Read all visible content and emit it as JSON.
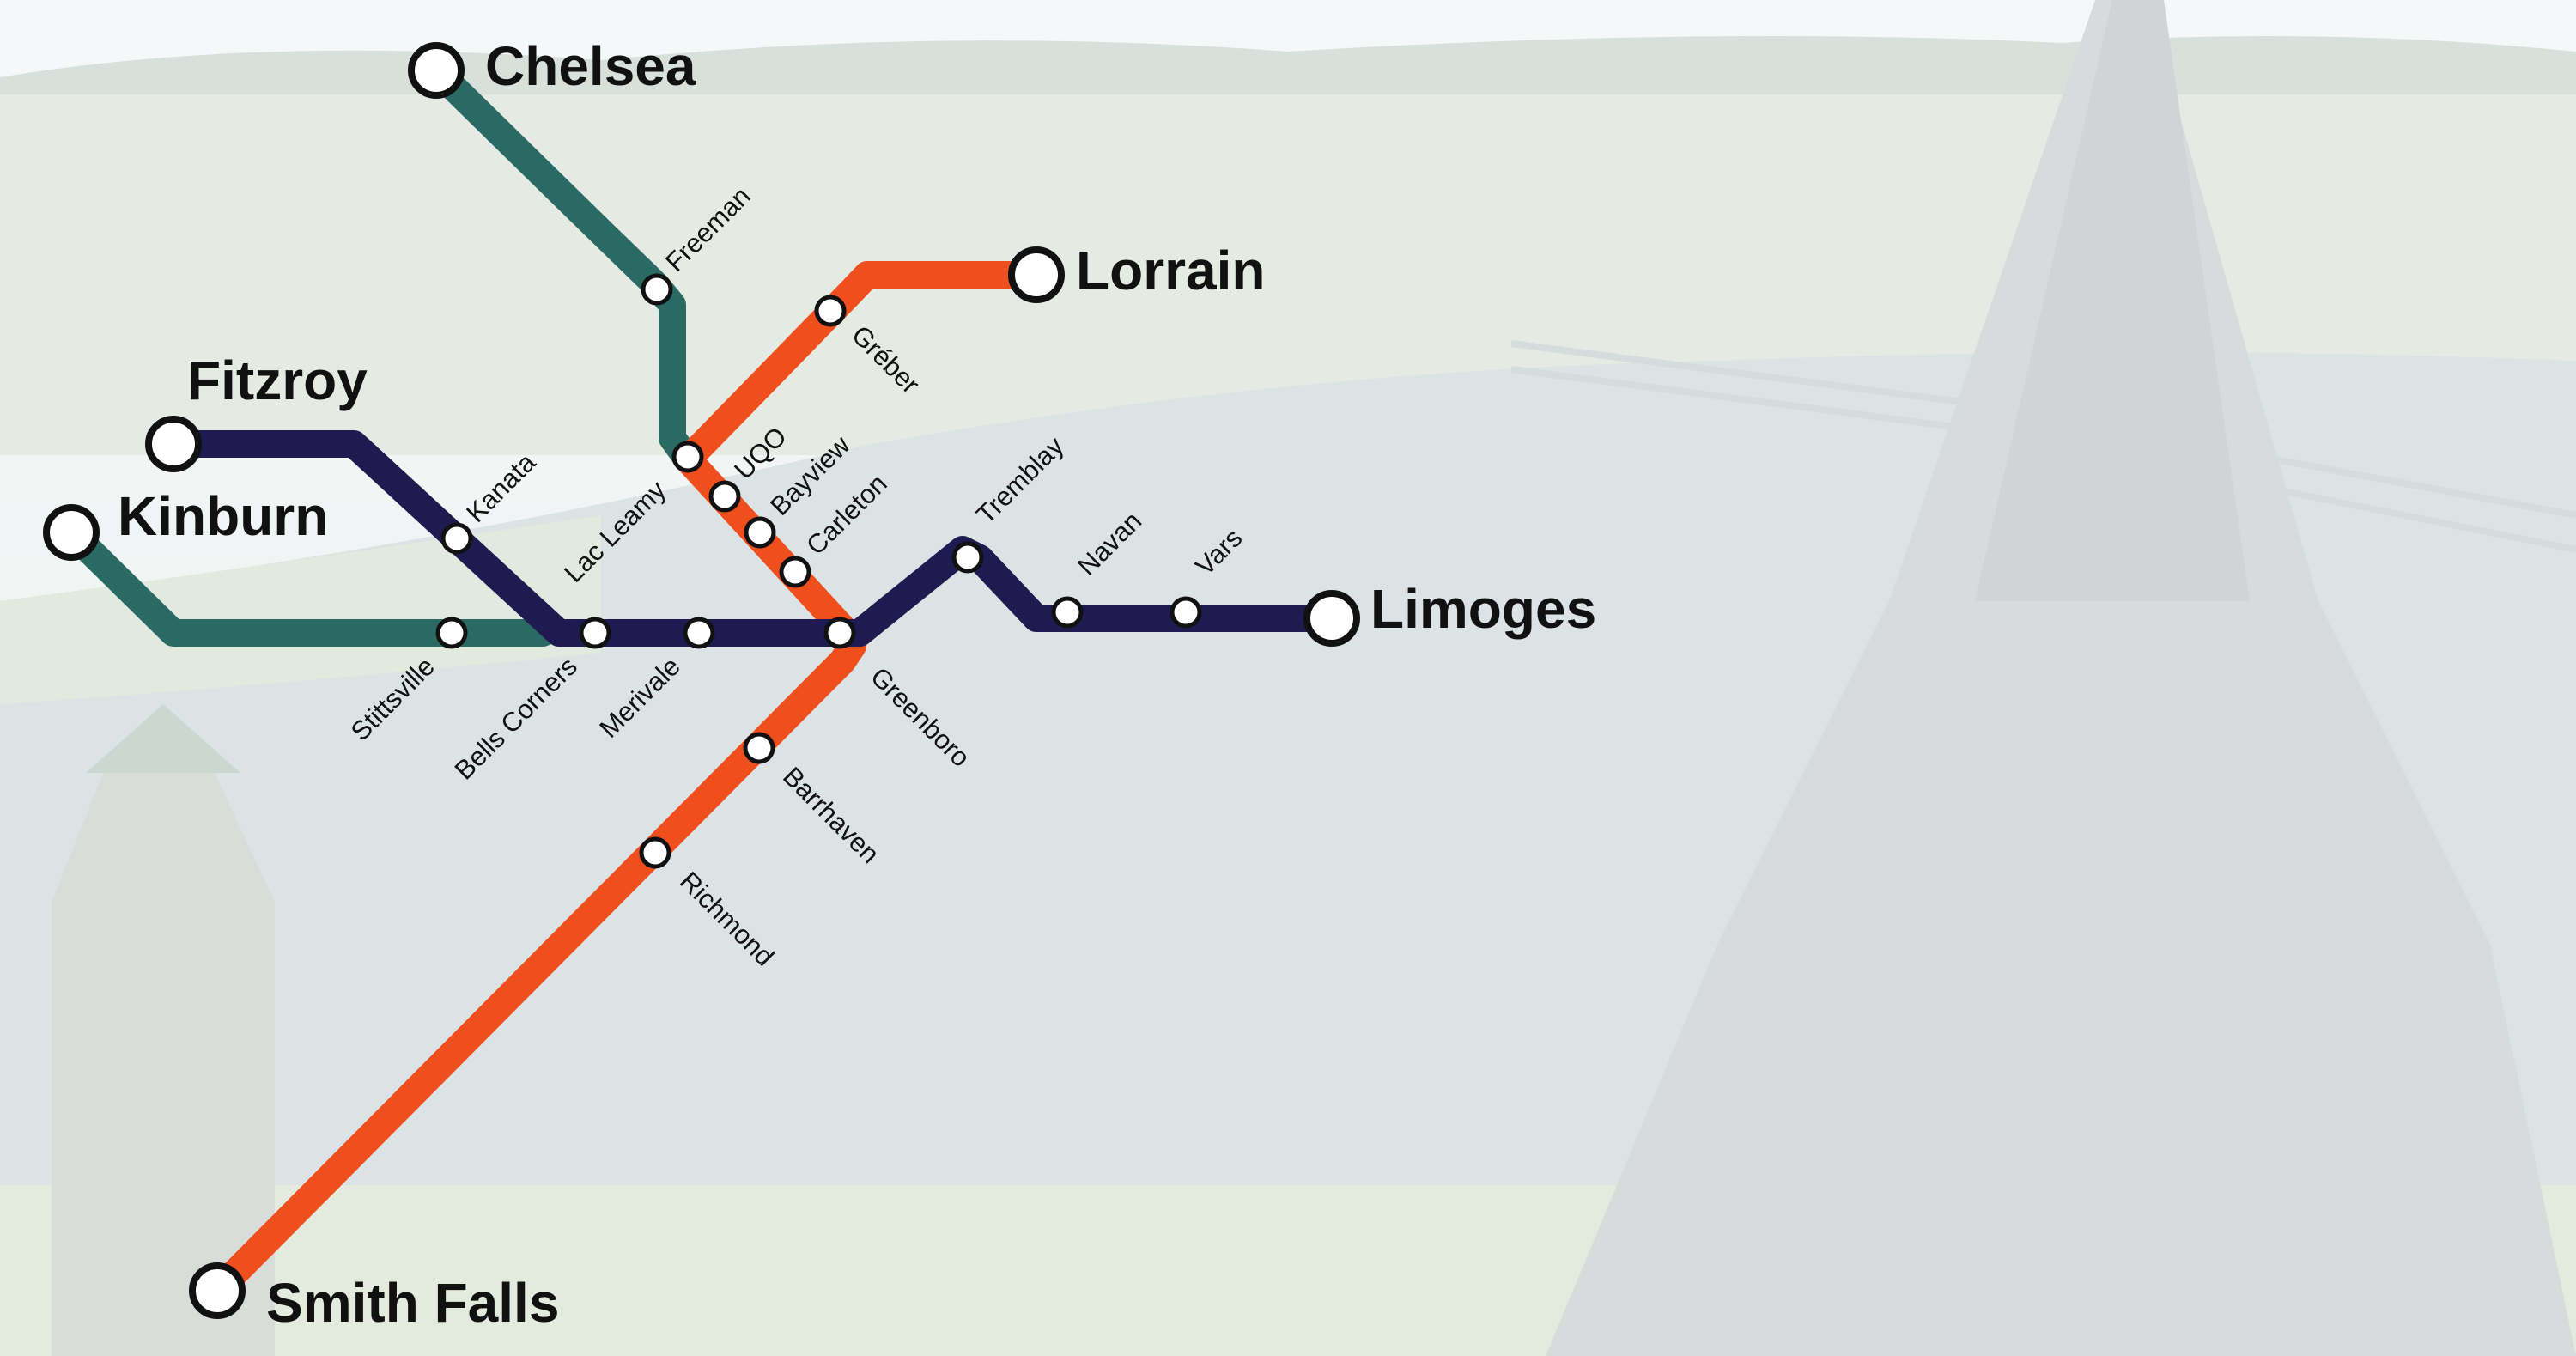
{
  "map": {
    "colors": {
      "green_line": "#2b6a64",
      "orange_line": "#ef4f1d",
      "navy_line": "#1f1b50",
      "station_fill": "#ffffff",
      "station_stroke": "#111111",
      "water": "#cfd9dc",
      "land": "#dfe7df"
    },
    "terminals": [
      {
        "id": "chelsea",
        "label": "Chelsea"
      },
      {
        "id": "lorrain",
        "label": "Lorrain"
      },
      {
        "id": "fitzroy",
        "label": "Fitzroy"
      },
      {
        "id": "kinburn",
        "label": "Kinburn"
      },
      {
        "id": "limoges",
        "label": "Limoges"
      },
      {
        "id": "smith-falls",
        "label": "Smith Falls"
      }
    ],
    "stations": [
      {
        "id": "freeman",
        "label": "Freeman"
      },
      {
        "id": "greber",
        "label": "Gréber"
      },
      {
        "id": "kanata",
        "label": "Kanata"
      },
      {
        "id": "lac-leamy",
        "label": "Lac Leamy"
      },
      {
        "id": "uqo",
        "label": "UQO"
      },
      {
        "id": "bayview",
        "label": "Bayview"
      },
      {
        "id": "carleton",
        "label": "Carleton"
      },
      {
        "id": "tremblay",
        "label": "Tremblay"
      },
      {
        "id": "navan",
        "label": "Navan"
      },
      {
        "id": "vars",
        "label": "Vars"
      },
      {
        "id": "stittsville",
        "label": "Stittsville"
      },
      {
        "id": "bells-corners",
        "label": "Bells Corners"
      },
      {
        "id": "merivale",
        "label": "Merivale"
      },
      {
        "id": "greenboro",
        "label": "Greenboro"
      },
      {
        "id": "barrhaven",
        "label": "Barrhaven"
      },
      {
        "id": "richmond",
        "label": "Richmond"
      }
    ]
  }
}
